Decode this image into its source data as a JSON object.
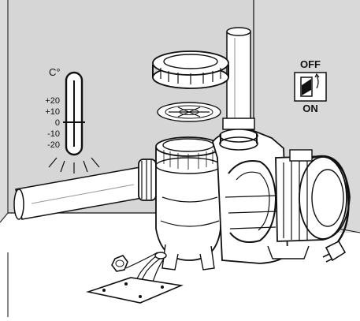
{
  "thermometer": {
    "unit_label": "C°",
    "scale": [
      "+20",
      "+10",
      "0",
      "-10",
      "-20"
    ]
  },
  "switch": {
    "off_label": "OFF",
    "on_label": "ON"
  },
  "colors": {
    "line": "#111111",
    "wall": "#d9d9d9",
    "background": "#ffffff"
  },
  "icons": [
    "thermometer-icon",
    "power-switch-icon",
    "power-plug-icon"
  ]
}
